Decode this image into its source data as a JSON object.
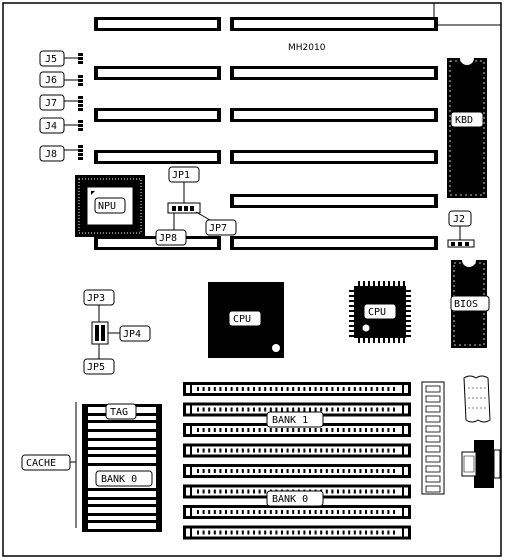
{
  "board_name": "MH2010",
  "labels": {
    "j5": "J5",
    "j6": "J6",
    "j7": "J7",
    "j4": "J4",
    "j8": "J8",
    "jp1": "JP1",
    "jp8": "JP8",
    "jp7": "JP7",
    "jp3": "JP3",
    "jp4": "JP4",
    "jp5": "JP5",
    "j2": "J2",
    "npu": "NPU",
    "kbd": "KBD",
    "bios": "BIOS",
    "cpu1": "CPU",
    "cpu2": "CPU",
    "tag": "TAG",
    "cache": "CACHE",
    "cache_bank0": "BANK 0",
    "bank1": "BANK 1",
    "bank0": "BANK 0"
  },
  "colors": {
    "ink": "#000000",
    "paper": "#ffffff"
  }
}
